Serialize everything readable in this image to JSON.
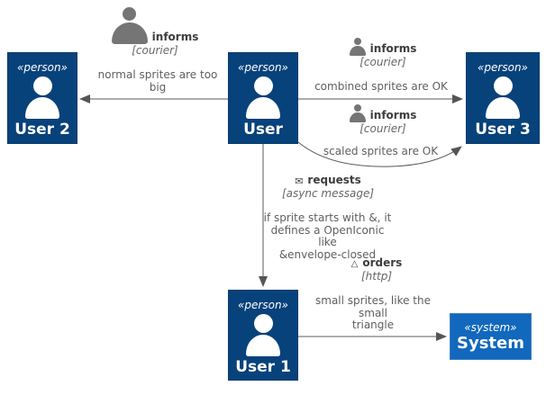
{
  "colors": {
    "person_bg": "#08427B",
    "person_border": "#073B6F",
    "system_bg": "#1168BD",
    "system_border": "#3C7FC0",
    "sprite_gray": "#757575",
    "line_gray": "#595959",
    "label_text": "#5f5f5f",
    "label_bold_text": "#3d3d3d"
  },
  "nodes": {
    "user2": {
      "stereotype": "«person»",
      "name": "User 2"
    },
    "user": {
      "stereotype": "«person»",
      "name": "User"
    },
    "user3": {
      "stereotype": "«person»",
      "name": "User 3"
    },
    "user1": {
      "stereotype": "«person»",
      "name": "User 1"
    },
    "system": {
      "stereotype": "«system»",
      "name": "System"
    }
  },
  "edge_labels": {
    "informs_top": {
      "verb": "informs",
      "tech": "[courier]"
    },
    "informs_combined": {
      "verb": "informs",
      "tech": "[courier]"
    },
    "informs_scaled": {
      "verb": "informs",
      "tech": "[courier]"
    },
    "requests": {
      "icon": "✉",
      "verb": "requests",
      "tech": "[async message]"
    },
    "orders": {
      "icon": "△",
      "verb": "orders",
      "tech": "[http]"
    },
    "user_to_user2": "normal sprites are too\nbig",
    "user_to_user3_combined": "combined sprites are OK",
    "user_to_user3_scaled": "scaled sprites are OK",
    "user_to_user1_note": "if sprite starts with &, it\ndefines a OpenIconic\nlike\n&envelope-closed",
    "user1_to_system": "small sprites, like the\nsmall\ntriangle"
  }
}
